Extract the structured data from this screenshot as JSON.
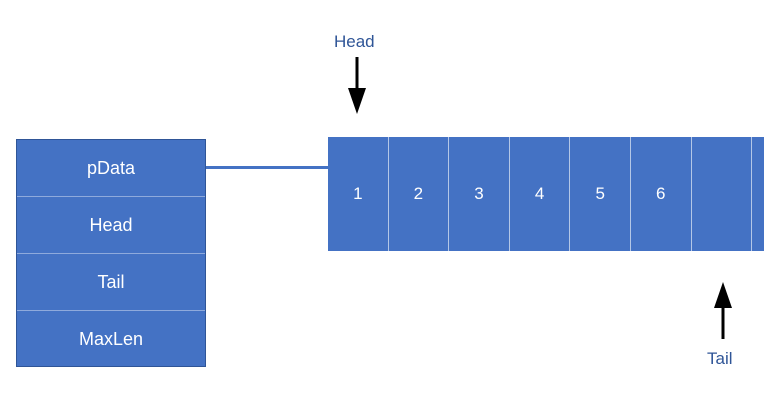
{
  "struct_fields": [
    "pData",
    "Head",
    "Tail",
    "MaxLen"
  ],
  "buffer_cells": [
    "1",
    "2",
    "3",
    "4",
    "5",
    "6",
    "",
    ""
  ],
  "pointers": {
    "head_label": "Head",
    "tail_label": "Tail"
  },
  "colors": {
    "block_fill": "#4472c4",
    "label_text": "#2f5597",
    "arrow": "#000000"
  }
}
